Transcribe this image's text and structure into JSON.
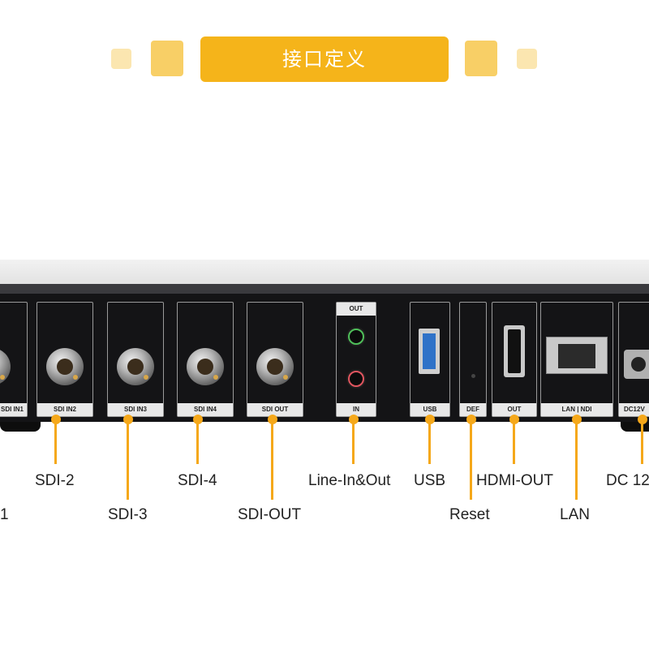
{
  "header": {
    "title": "接口定义"
  },
  "ports": {
    "sdi_in1": "SDI IN1",
    "sdi_in2": "SDI  IN2",
    "sdi_in3": "SDI  IN3",
    "sdi_in4": "SDI  IN4",
    "sdi_out": "SDI  OUT",
    "audio_out": "OUT",
    "audio_in": "IN",
    "usb": "USB",
    "def": "DEF",
    "hdmi_out": "OUT",
    "lan": "LAN | NDI",
    "dc": "DC12V"
  },
  "callouts": {
    "sdi1": "1",
    "sdi2": "SDI-2",
    "sdi3": "SDI-3",
    "sdi4": "SDI-4",
    "sdi_out": "SDI-OUT",
    "line": "Line-In&Out",
    "usb": "USB",
    "reset": "Reset",
    "hdmi_out": "HDMI-OUT",
    "lan": "LAN",
    "dc": "DC 12"
  },
  "colors": {
    "accent": "#f5b41a",
    "accent_light": "#f9de9a",
    "panel": "#141416"
  }
}
